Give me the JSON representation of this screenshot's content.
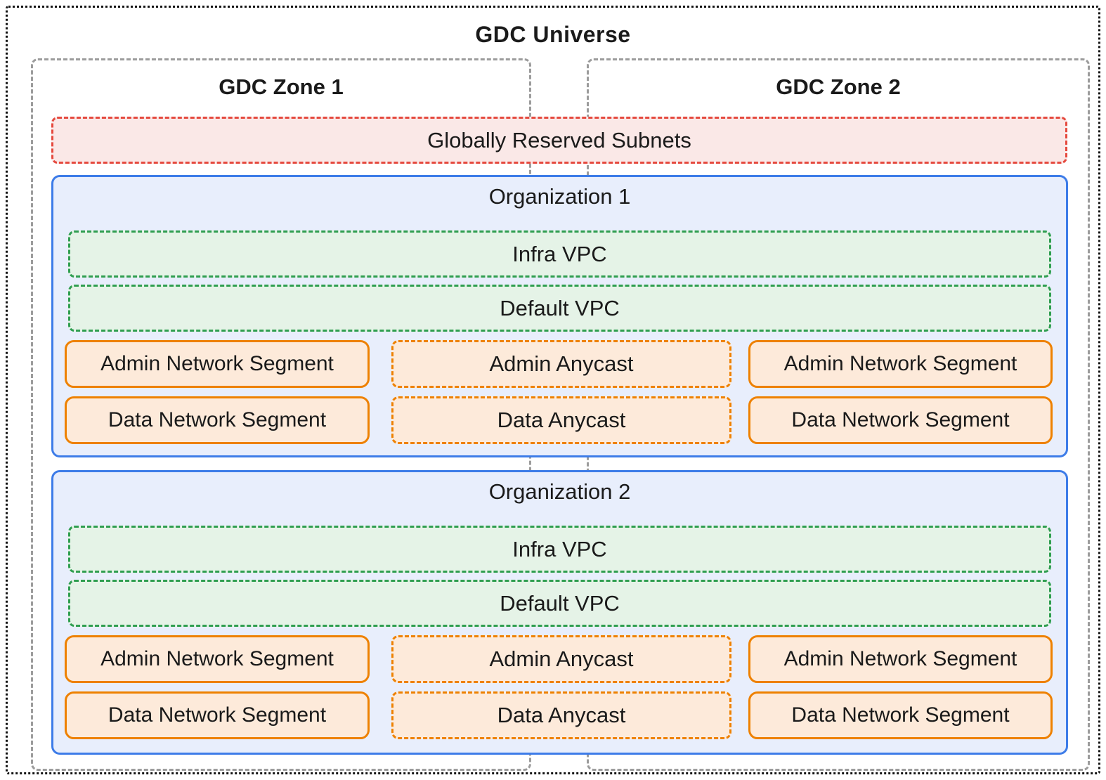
{
  "title": "GDC Universe",
  "zones": [
    {
      "label": "GDC Zone 1"
    },
    {
      "label": "GDC Zone 2"
    }
  ],
  "reserved": {
    "label": "Globally Reserved Subnets"
  },
  "organizations": [
    {
      "label": "Organization 1",
      "vpcs": [
        {
          "label": "Infra VPC"
        },
        {
          "label": "Default VPC"
        }
      ],
      "rows": [
        {
          "left": "Admin Network Segment",
          "center": "Admin Anycast",
          "right": "Admin Network Segment"
        },
        {
          "left": "Data Network Segment",
          "center": "Data Anycast",
          "right": "Data Network Segment"
        }
      ]
    },
    {
      "label": "Organization 2",
      "vpcs": [
        {
          "label": "Infra VPC"
        },
        {
          "label": "Default VPC"
        }
      ],
      "rows": [
        {
          "left": "Admin Network Segment",
          "center": "Admin Anycast",
          "right": "Admin Network Segment"
        },
        {
          "left": "Data Network Segment",
          "center": "Data Anycast",
          "right": "Data Network Segment"
        }
      ]
    }
  ],
  "colors": {
    "universe_border": "#141414",
    "zone_border": "#9c9c9c",
    "reserved_border": "#e5493e",
    "reserved_bg": "#fae8e7",
    "org_border": "#3d7ce8",
    "org_bg": "#e8eefc",
    "vpc_border": "#2f9e50",
    "vpc_bg": "#e5f3e7",
    "segment_border": "#ee8100",
    "segment_bg": "#fdeada",
    "text": "#1a1a1a"
  }
}
